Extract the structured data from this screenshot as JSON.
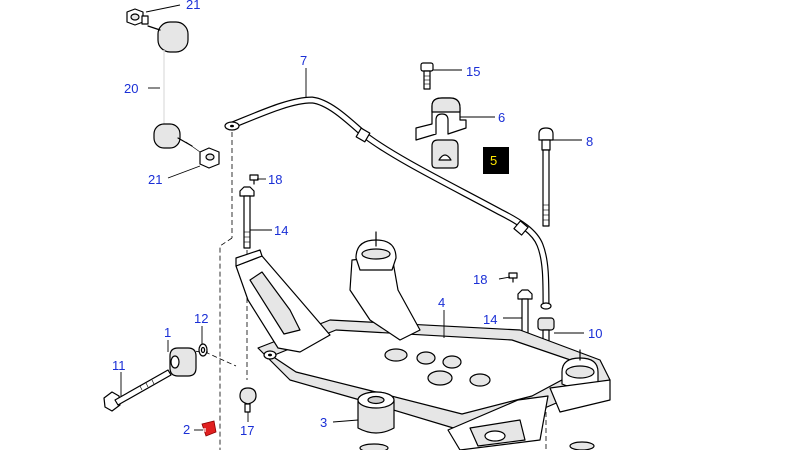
{
  "diagram": {
    "callouts": {
      "c1": "1",
      "c2": "2",
      "c3": "3",
      "c4": "4",
      "c5": "5",
      "c6": "6",
      "c7": "7",
      "c8": "8",
      "c10": "10",
      "c11": "11",
      "c12": "12",
      "c14a": "14",
      "c14b": "14",
      "c15": "15",
      "c17": "17",
      "c18a": "18",
      "c18b": "18",
      "c20": "20",
      "c21a": "21",
      "c21b": "21"
    },
    "colors": {
      "callout_text": "#1a2fd6",
      "highlight_box": "#000000",
      "highlight_text": "#ffe800",
      "selected_part": "#e02020"
    }
  }
}
